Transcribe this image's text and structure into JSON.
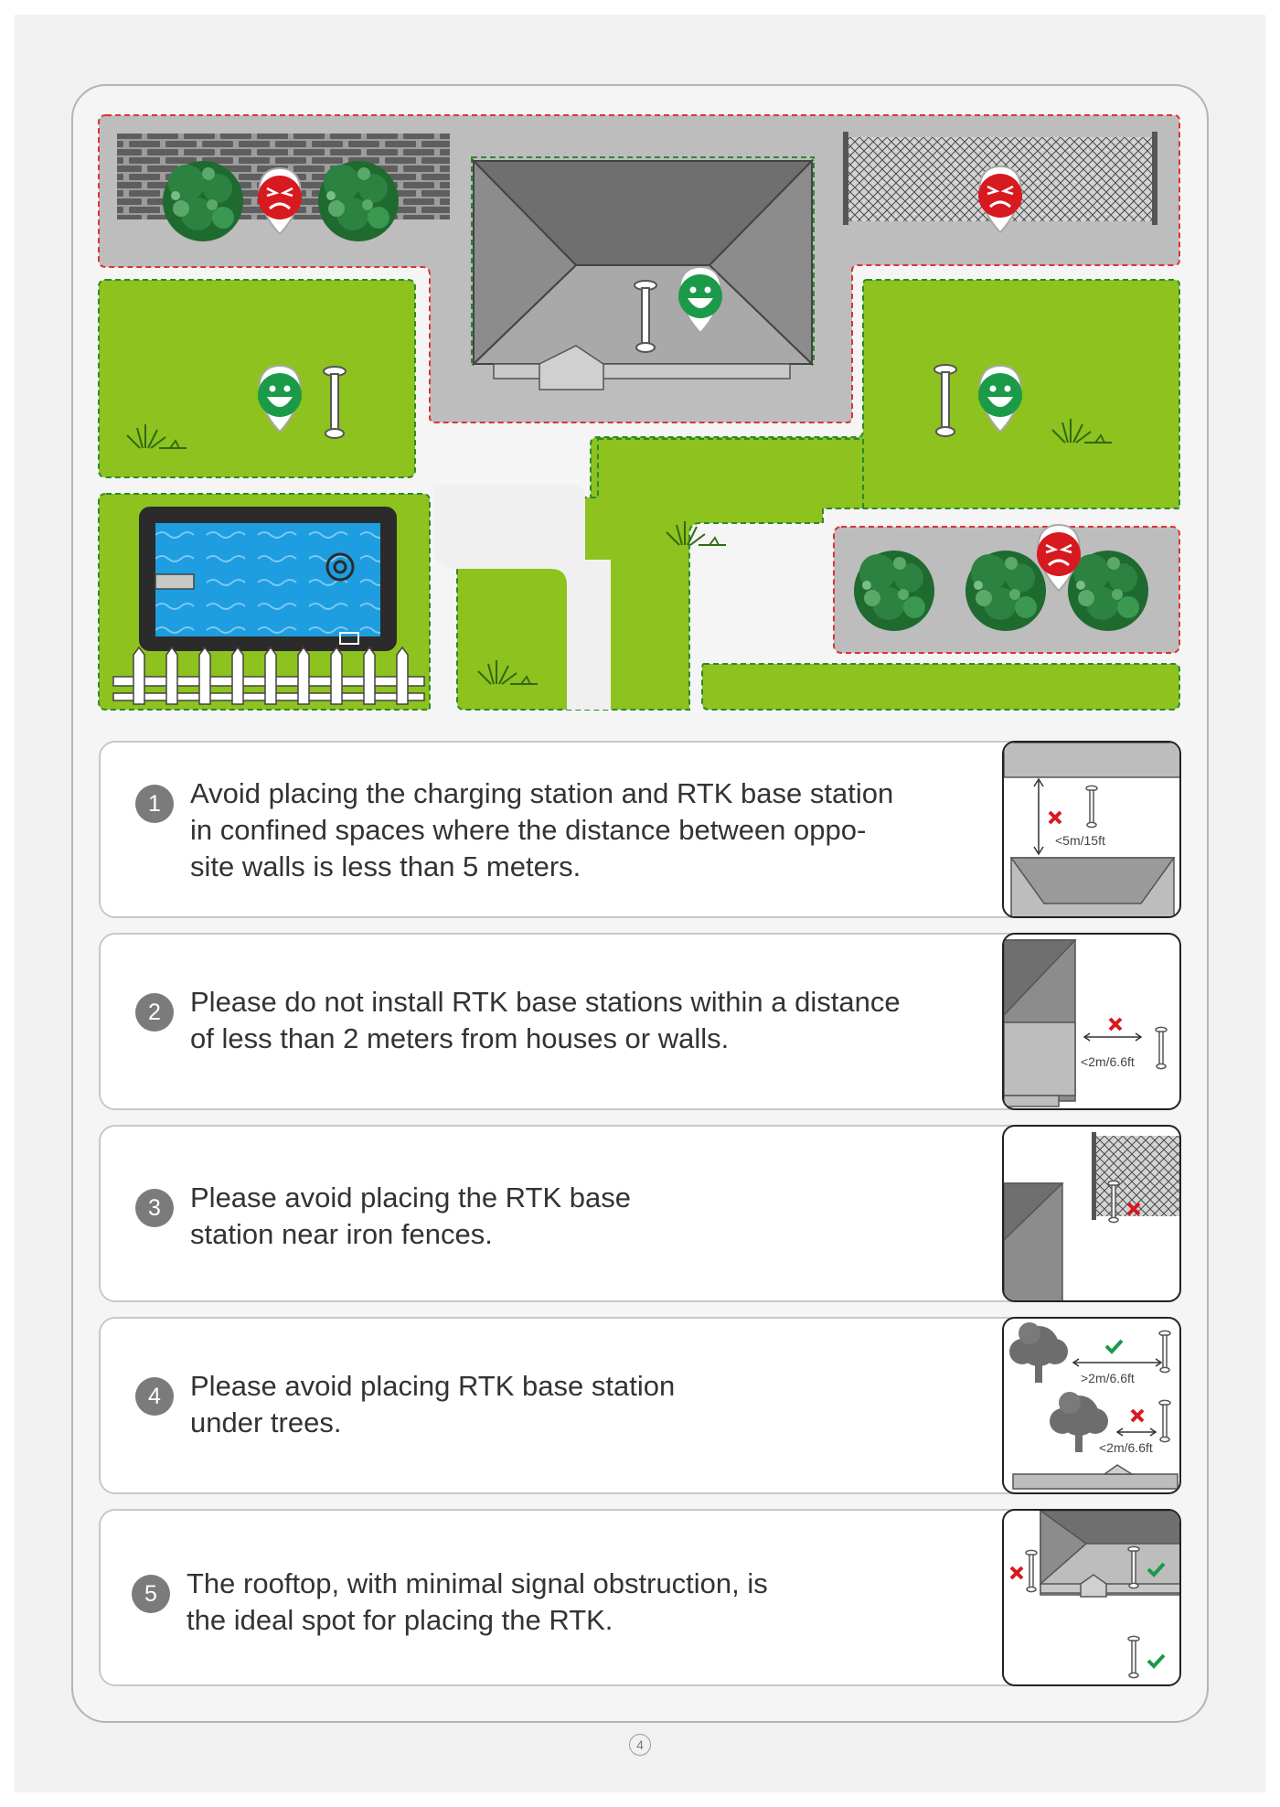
{
  "tips": [
    {
      "number": "1",
      "text": "Avoid placing the charging station and RTK base station\nin confined spaces where the distance between oppo-\nsite walls is less than 5 meters.",
      "thumb_label": "<5m/15ft"
    },
    {
      "number": "2",
      "text": "Please do not install RTK base stations within a distance\nof less than 2 meters from houses or walls.",
      "thumb_label": "<2m/6.6ft"
    },
    {
      "number": "3",
      "text": "Please avoid placing the RTK base\nstation near iron fences."
    },
    {
      "number": "4",
      "text": "Please avoid placing RTK base station\nunder trees.",
      "thumb_label_ok": ">2m/6.6ft",
      "thumb_label_bad": "<2m/6.6ft"
    },
    {
      "number": "5",
      "text": "The rooftop, with minimal signal obstruction, is\nthe ideal spot for placing the RTK."
    }
  ],
  "page_number": "4",
  "icons": {
    "good": "happy-face-pin-icon",
    "bad": "sad-face-pin-icon",
    "ok_mark": "check-icon",
    "bad_mark": "cross-icon"
  },
  "colors": {
    "lawn": "#8dc21f",
    "paving": "#bdbdbd",
    "good_pin": "#1b9a4a",
    "bad_pin": "#d71920",
    "water": "#1e9de0"
  }
}
